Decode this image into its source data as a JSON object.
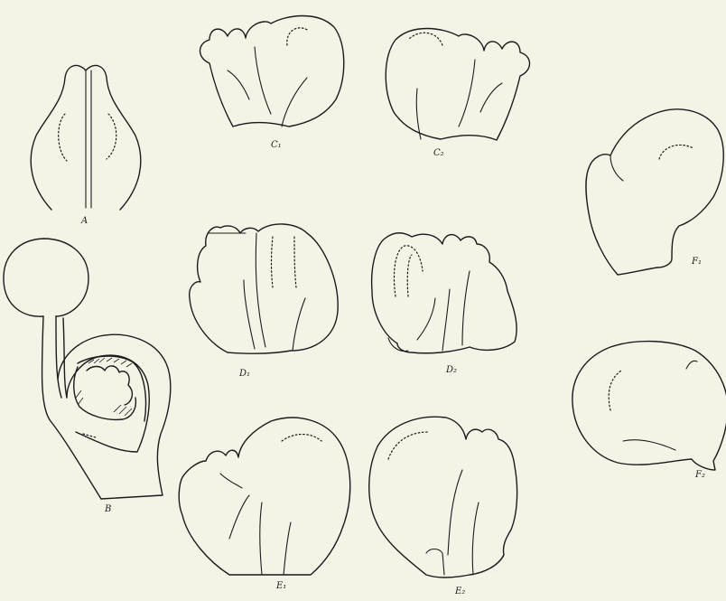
{
  "figure": {
    "background": "#f5f3e6",
    "ink": "#1b1b1b",
    "labels": {
      "A": "A",
      "B": "B",
      "C1": "C₁",
      "C2": "C₂",
      "D1": "D₁",
      "D2": "D₂",
      "E1": "E₁",
      "E2": "E₂",
      "F1": "F₁",
      "F2": "F₂"
    }
  }
}
